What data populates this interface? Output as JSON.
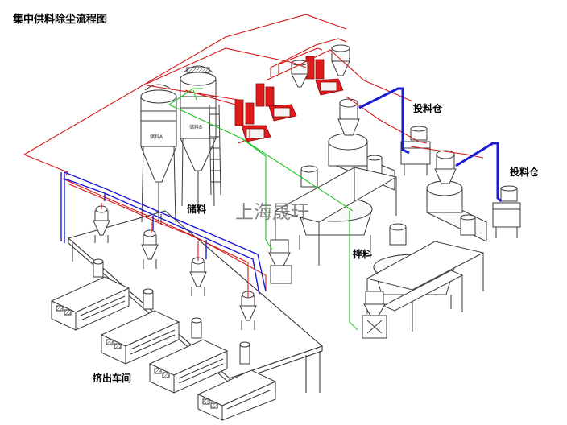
{
  "title": "集中供料除尘流程图",
  "labels": {
    "storage": "储料",
    "mixing": "拌料",
    "feed_bin_1": "投料仓",
    "feed_bin_2": "投料仓",
    "extrusion": "挤出车间"
  },
  "watermark": "上海晟玕",
  "colors": {
    "dust_pipe": "#d61818",
    "vacuum_pipe": "#1a1ad6",
    "material_pipe": "#22c322",
    "equipment_line": "#3a3a3a",
    "dust_collector_fill": "#e01b1b"
  }
}
